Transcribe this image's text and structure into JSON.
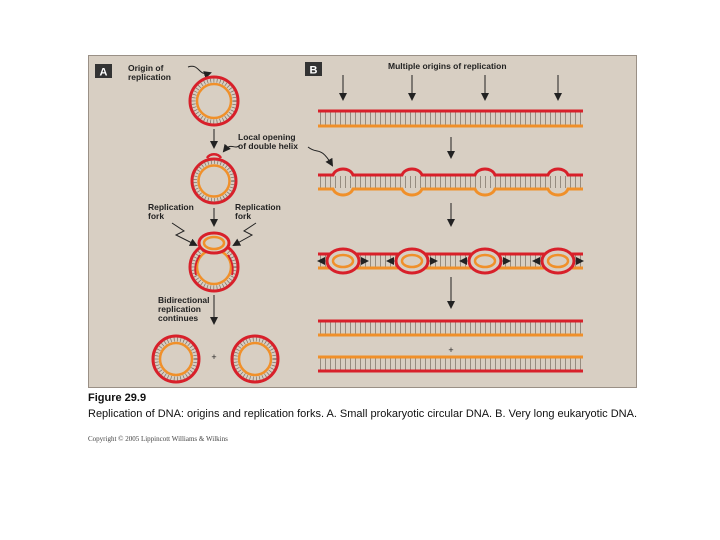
{
  "figure": {
    "panel_a_letter": "A",
    "panel_b_letter": "B",
    "labels": {
      "origin": [
        "Origin of",
        "replication"
      ],
      "local_opening": [
        "Local opening",
        "of double helix"
      ],
      "fork_left": [
        "Replication",
        "fork"
      ],
      "fork_right": [
        "Replication",
        "fork"
      ],
      "bidirectional": [
        "Bidirectional",
        "replication",
        "continues"
      ],
      "multiple_origins": "Multiple origins of replication",
      "plus_a": "+",
      "plus_b": "+"
    },
    "colors": {
      "parent_strand": "#d8202a",
      "new_strand": "#f0902a",
      "background": "#d8cfc3",
      "arrow": "#222222"
    }
  },
  "caption": {
    "title": "Figure 29.9",
    "text": "Replication of DNA: origins and replication forks. A. Small prokaryotic circular DNA. B. Very long eukaryotic DNA."
  },
  "copyright": "Copyright © 2005 Lippincott Williams & Wilkins"
}
